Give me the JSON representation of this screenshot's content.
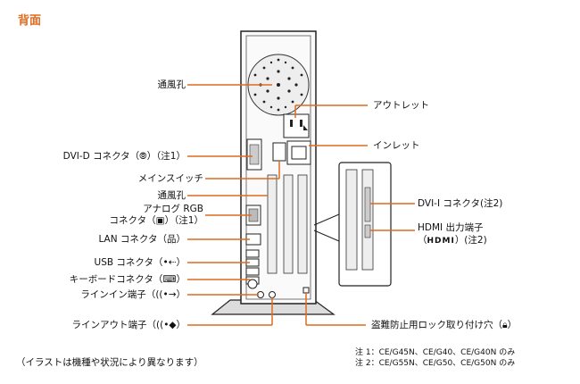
{
  "title": "背面",
  "labels": {
    "vent_top": "通風孔",
    "outlet": "アウトレット",
    "inlet": "インレット",
    "dvid": "DVI-D コネクタ（",
    "dvid_suffix": "）（注1）",
    "main_switch": "メインスイッチ",
    "vent_mid": "通風孔",
    "analog_rgb_1": "アナログ RGB",
    "analog_rgb_2": "コネクタ（",
    "analog_rgb_suffix": "）（注1）",
    "lan": "LAN コネクタ（",
    "lan_suffix": "）",
    "usb": "USB コネクタ（",
    "usb_suffix": "）",
    "keyboard": "キーボードコネクタ（",
    "keyboard_suffix": "）",
    "line_in": "ラインイン端子（",
    "line_in_suffix": "）",
    "line_out": "ラインアウト端子（",
    "line_out_suffix": "）",
    "dvii": "DVI-I コネクタ(注2)",
    "hdmi_1": "HDMI 出力端子",
    "hdmi_2a": "（",
    "hdmi_logo": "HDMI",
    "hdmi_2b": "）(注2)",
    "lock": "盗難防止用ロック取り付け穴（",
    "lock_suffix": "）"
  },
  "notes": {
    "note1": "注 1：CE/G45N、CE/G40、CE/G40N のみ",
    "note2": "注 2：CE/G55N、CE/G50、CE/G50N のみ"
  },
  "caption": "（イラストは機種や状況により異なります）",
  "colors": {
    "accent": "#e06a1f",
    "line": "#e06a1f"
  }
}
